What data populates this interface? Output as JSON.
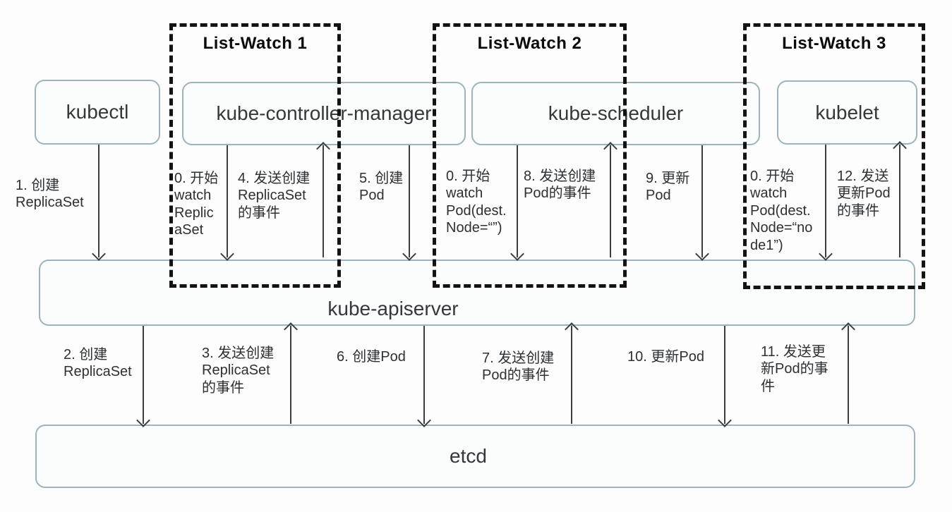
{
  "groups": {
    "lw1": {
      "label": "List-Watch 1"
    },
    "lw2": {
      "label": "List-Watch 2"
    },
    "lw3": {
      "label": "List-Watch 3"
    }
  },
  "components": {
    "kubectl": {
      "label": "kubectl"
    },
    "controller_manager": {
      "label": "kube-controller-manager"
    },
    "scheduler": {
      "label": "kube-scheduler"
    },
    "kubelet": {
      "label": "kubelet"
    },
    "apiserver": {
      "label": "kube-apiserver"
    },
    "etcd": {
      "label": "etcd"
    }
  },
  "steps": {
    "s1": {
      "label": "1. 创建\nReplicaSet",
      "direction": "down",
      "from": "kubectl",
      "to": "kube-apiserver"
    },
    "s0_controller": {
      "label": "0. 开始\nwatch\nReplic\naSet",
      "direction": "down",
      "from": "kube-controller-manager",
      "to": "kube-apiserver"
    },
    "s4": {
      "label": "4. 发送创建\nReplicaSet\n的事件",
      "direction": "up",
      "from": "kube-apiserver",
      "to": "kube-controller-manager"
    },
    "s5": {
      "label": "5. 创建\nPod",
      "direction": "down",
      "from": "kube-controller-manager",
      "to": "kube-apiserver"
    },
    "s0_scheduler": {
      "label": "0. 开始\nwatch\nPod(dest.\nNode=“”)",
      "direction": "down",
      "from": "kube-scheduler",
      "to": "kube-apiserver"
    },
    "s8": {
      "label": "8. 发送创建\nPod的事件",
      "direction": "up",
      "from": "kube-apiserver",
      "to": "kube-scheduler"
    },
    "s9": {
      "label": "9. 更新\nPod",
      "direction": "down",
      "from": "kube-scheduler",
      "to": "kube-apiserver"
    },
    "s0_kubelet": {
      "label": "0. 开始\nwatch\nPod(dest.\nNode=“no\nde1”)",
      "direction": "down",
      "from": "kubelet",
      "to": "kube-apiserver"
    },
    "s12": {
      "label": "12. 发送\n更新Pod\n的事件",
      "direction": "up",
      "from": "kube-apiserver",
      "to": "kubelet"
    },
    "s2": {
      "label": "2. 创建\nReplicaSet",
      "direction": "down",
      "from": "kube-apiserver",
      "to": "etcd"
    },
    "s3": {
      "label": "3. 发送创建\nReplicaSet\n的事件",
      "direction": "up",
      "from": "etcd",
      "to": "kube-apiserver"
    },
    "s6": {
      "label": "6. 创建Pod",
      "direction": "down",
      "from": "kube-apiserver",
      "to": "etcd"
    },
    "s7": {
      "label": "7. 发送创建\nPod的事件",
      "direction": "up",
      "from": "etcd",
      "to": "kube-apiserver"
    },
    "s10": {
      "label": "10. 更新Pod",
      "direction": "down",
      "from": "kube-apiserver",
      "to": "etcd"
    },
    "s11": {
      "label": "11. 发送更\n新Pod的事\n件",
      "direction": "up",
      "from": "etcd",
      "to": "kube-apiserver"
    }
  }
}
